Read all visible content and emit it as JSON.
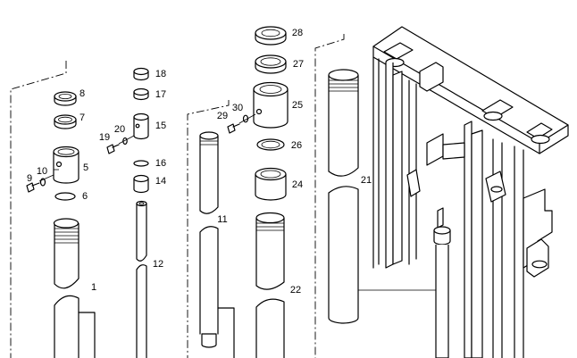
{
  "callouts": [
    {
      "id": "c1",
      "text": "1"
    },
    {
      "id": "c5",
      "text": "5"
    },
    {
      "id": "c6",
      "text": "6"
    },
    {
      "id": "c7",
      "text": "7"
    },
    {
      "id": "c8",
      "text": "8"
    },
    {
      "id": "c9",
      "text": "9"
    },
    {
      "id": "c10",
      "text": "10"
    },
    {
      "id": "c11",
      "text": "11"
    },
    {
      "id": "c12",
      "text": "12"
    },
    {
      "id": "c14",
      "text": "14"
    },
    {
      "id": "c15",
      "text": "15"
    },
    {
      "id": "c16",
      "text": "16"
    },
    {
      "id": "c17",
      "text": "17"
    },
    {
      "id": "c18",
      "text": "18"
    },
    {
      "id": "c19",
      "text": "19"
    },
    {
      "id": "c20",
      "text": "20"
    },
    {
      "id": "c21",
      "text": "21"
    },
    {
      "id": "c22",
      "text": "22"
    },
    {
      "id": "c24",
      "text": "24"
    },
    {
      "id": "c25",
      "text": "25"
    },
    {
      "id": "c26",
      "text": "26"
    },
    {
      "id": "c27",
      "text": "27"
    },
    {
      "id": "c28",
      "text": "28"
    },
    {
      "id": "c29",
      "text": "29"
    },
    {
      "id": "c30",
      "text": "30"
    }
  ]
}
